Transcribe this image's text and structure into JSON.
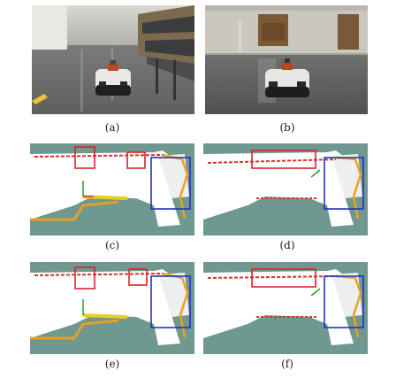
{
  "figure": {
    "panels": [
      {
        "id": "a",
        "label": "(a)",
        "kind": "photo",
        "description_name": "robot-in-classroom"
      },
      {
        "id": "b",
        "label": "(b)",
        "kind": "photo",
        "description_name": "robot-in-hallway"
      },
      {
        "id": "c",
        "label": "(c)",
        "kind": "map"
      },
      {
        "id": "d",
        "label": "(d)",
        "kind": "map"
      },
      {
        "id": "e",
        "label": "(e)",
        "kind": "map"
      },
      {
        "id": "f",
        "label": "(f)",
        "kind": "map"
      }
    ],
    "caption": "",
    "colors": {
      "map_background": "#6e9890",
      "free_space": "#ffffff",
      "trajectory_red": "#d9342b",
      "trajectory_orange": "#f0a020",
      "trajectory_yellow": "#e8d020",
      "highlight_red": "#e0202a",
      "highlight_blue": "#2233c0"
    }
  }
}
